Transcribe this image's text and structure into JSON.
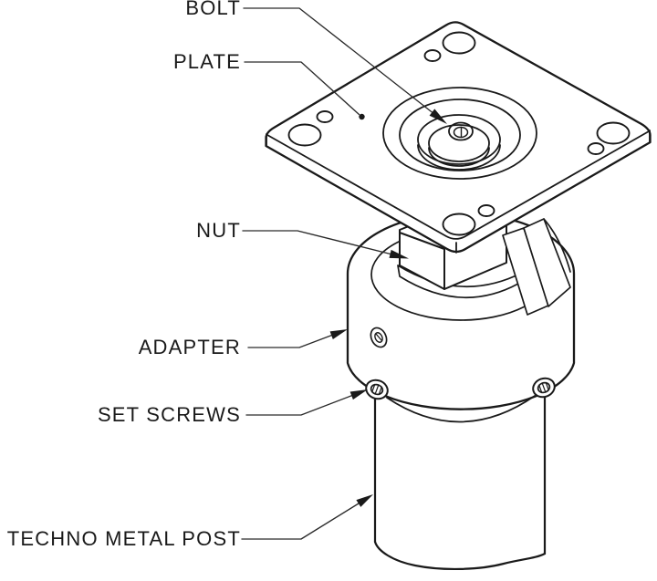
{
  "diagram": {
    "type": "assembly-callout-drawing",
    "colors": {
      "background": "#ffffff",
      "line": "#1a1a1a",
      "leader": "#2a2a2a"
    },
    "labels": [
      {
        "id": "bolt",
        "text": "BOLT",
        "terminator": "arrow"
      },
      {
        "id": "plate",
        "text": "PLATE",
        "terminator": "dot"
      },
      {
        "id": "nut",
        "text": "NUT",
        "terminator": "arrow"
      },
      {
        "id": "adapter",
        "text": "ADAPTER",
        "terminator": "arrow"
      },
      {
        "id": "set-screws",
        "text": "SET SCREWS",
        "terminator": "arrow"
      },
      {
        "id": "techno-metal-post",
        "text": "TECHNO METAL POST",
        "terminator": "arrow"
      }
    ]
  }
}
